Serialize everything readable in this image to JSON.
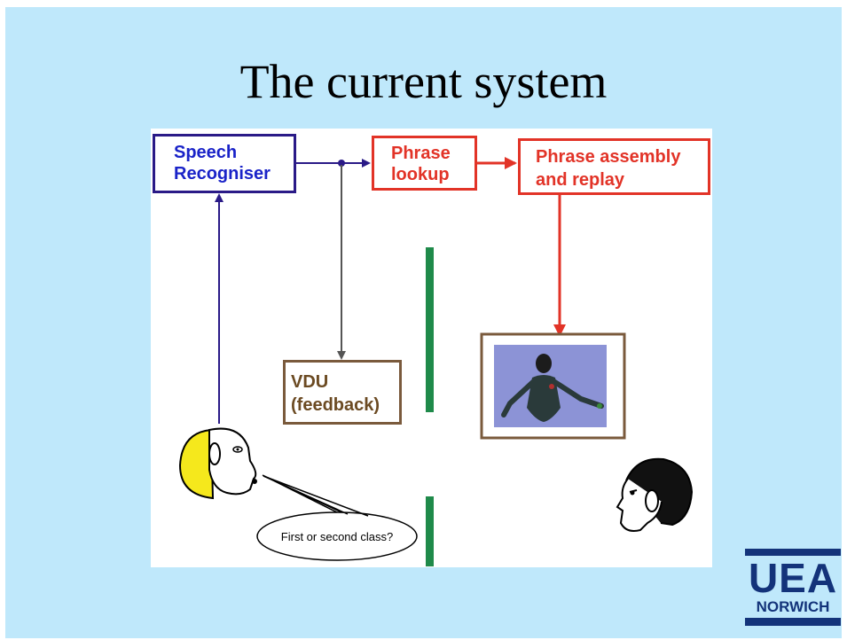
{
  "slide": {
    "title": "The current system",
    "background_color": "#bfe8fb"
  },
  "diagram": {
    "nodes": {
      "speech_recogniser": {
        "line1": "Speech",
        "line2": "Recogniser"
      },
      "phrase_lookup": {
        "line1": "Phrase",
        "line2": "lookup"
      },
      "phrase_assembly": {
        "line1": "Phrase assembly",
        "line2": "and replay"
      },
      "vdu": {
        "line1": "VDU",
        "line2": "(feedback)"
      }
    },
    "speech_bubble": "First or second class?",
    "colors": {
      "recogniser": "#1a23c8",
      "lookup": "#e23327",
      "vdu": "#6b4a22",
      "divider": "#1f8a4a"
    }
  },
  "logo": {
    "line1": "UEA",
    "line2": "NORWICH"
  }
}
